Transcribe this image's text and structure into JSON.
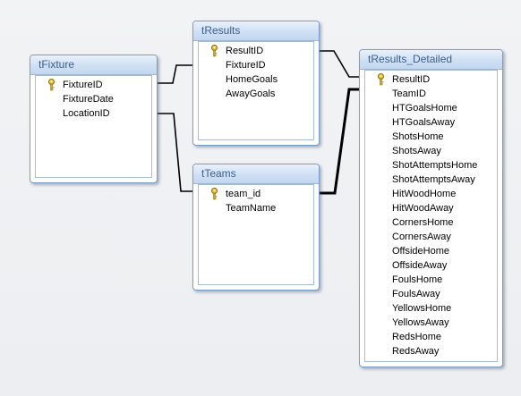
{
  "diagram": {
    "tables": [
      {
        "title": "tFixture",
        "fields": [
          {
            "name": "FixtureID",
            "key": true
          },
          {
            "name": "FixtureDate",
            "key": false
          },
          {
            "name": "LocationID",
            "key": false
          }
        ]
      },
      {
        "title": "tResults",
        "fields": [
          {
            "name": "ResultID",
            "key": true
          },
          {
            "name": "FixtureID",
            "key": false
          },
          {
            "name": "HomeGoals",
            "key": false
          },
          {
            "name": "AwayGoals",
            "key": false
          }
        ]
      },
      {
        "title": "tTeams",
        "fields": [
          {
            "name": "team_id",
            "key": true
          },
          {
            "name": "TeamName",
            "key": false
          }
        ]
      },
      {
        "title": "tResults_Detailed",
        "fields": [
          {
            "name": "ResultID",
            "key": true
          },
          {
            "name": "TeamID",
            "key": false
          },
          {
            "name": "HTGoalsHome",
            "key": false
          },
          {
            "name": "HTGoalsAway",
            "key": false
          },
          {
            "name": "ShotsHome",
            "key": false
          },
          {
            "name": "ShotsAway",
            "key": false
          },
          {
            "name": "ShotAttemptsHome",
            "key": false
          },
          {
            "name": "ShotAttemptsAway",
            "key": false
          },
          {
            "name": "HitWoodHome",
            "key": false
          },
          {
            "name": "HitWoodAway",
            "key": false
          },
          {
            "name": "CornersHome",
            "key": false
          },
          {
            "name": "CornersAway",
            "key": false
          },
          {
            "name": "OffsideHome",
            "key": false
          },
          {
            "name": "OffsideAway",
            "key": false
          },
          {
            "name": "FoulsHome",
            "key": false
          },
          {
            "name": "FoulsAway",
            "key": false
          },
          {
            "name": "YellowsHome",
            "key": false
          },
          {
            "name": "YellowsAway",
            "key": false
          },
          {
            "name": "RedsHome",
            "key": false
          },
          {
            "name": "RedsAway",
            "key": false
          }
        ]
      }
    ],
    "relationships": [
      {
        "from": "tFixture.FixtureID",
        "to": "tResults.FixtureID"
      },
      {
        "from": "tFixture.LocationID",
        "to": "tTeams.team_id"
      },
      {
        "from": "tResults.ResultID",
        "to": "tResults_Detailed.ResultID"
      },
      {
        "from": "tTeams.team_id",
        "to": "tResults_Detailed.TeamID"
      }
    ],
    "colors": {
      "background": "#eef0f3",
      "header": "#cfe0f4",
      "header_text": "#3e5f8a",
      "border": "#7d9cc7",
      "line": "#000000"
    }
  }
}
